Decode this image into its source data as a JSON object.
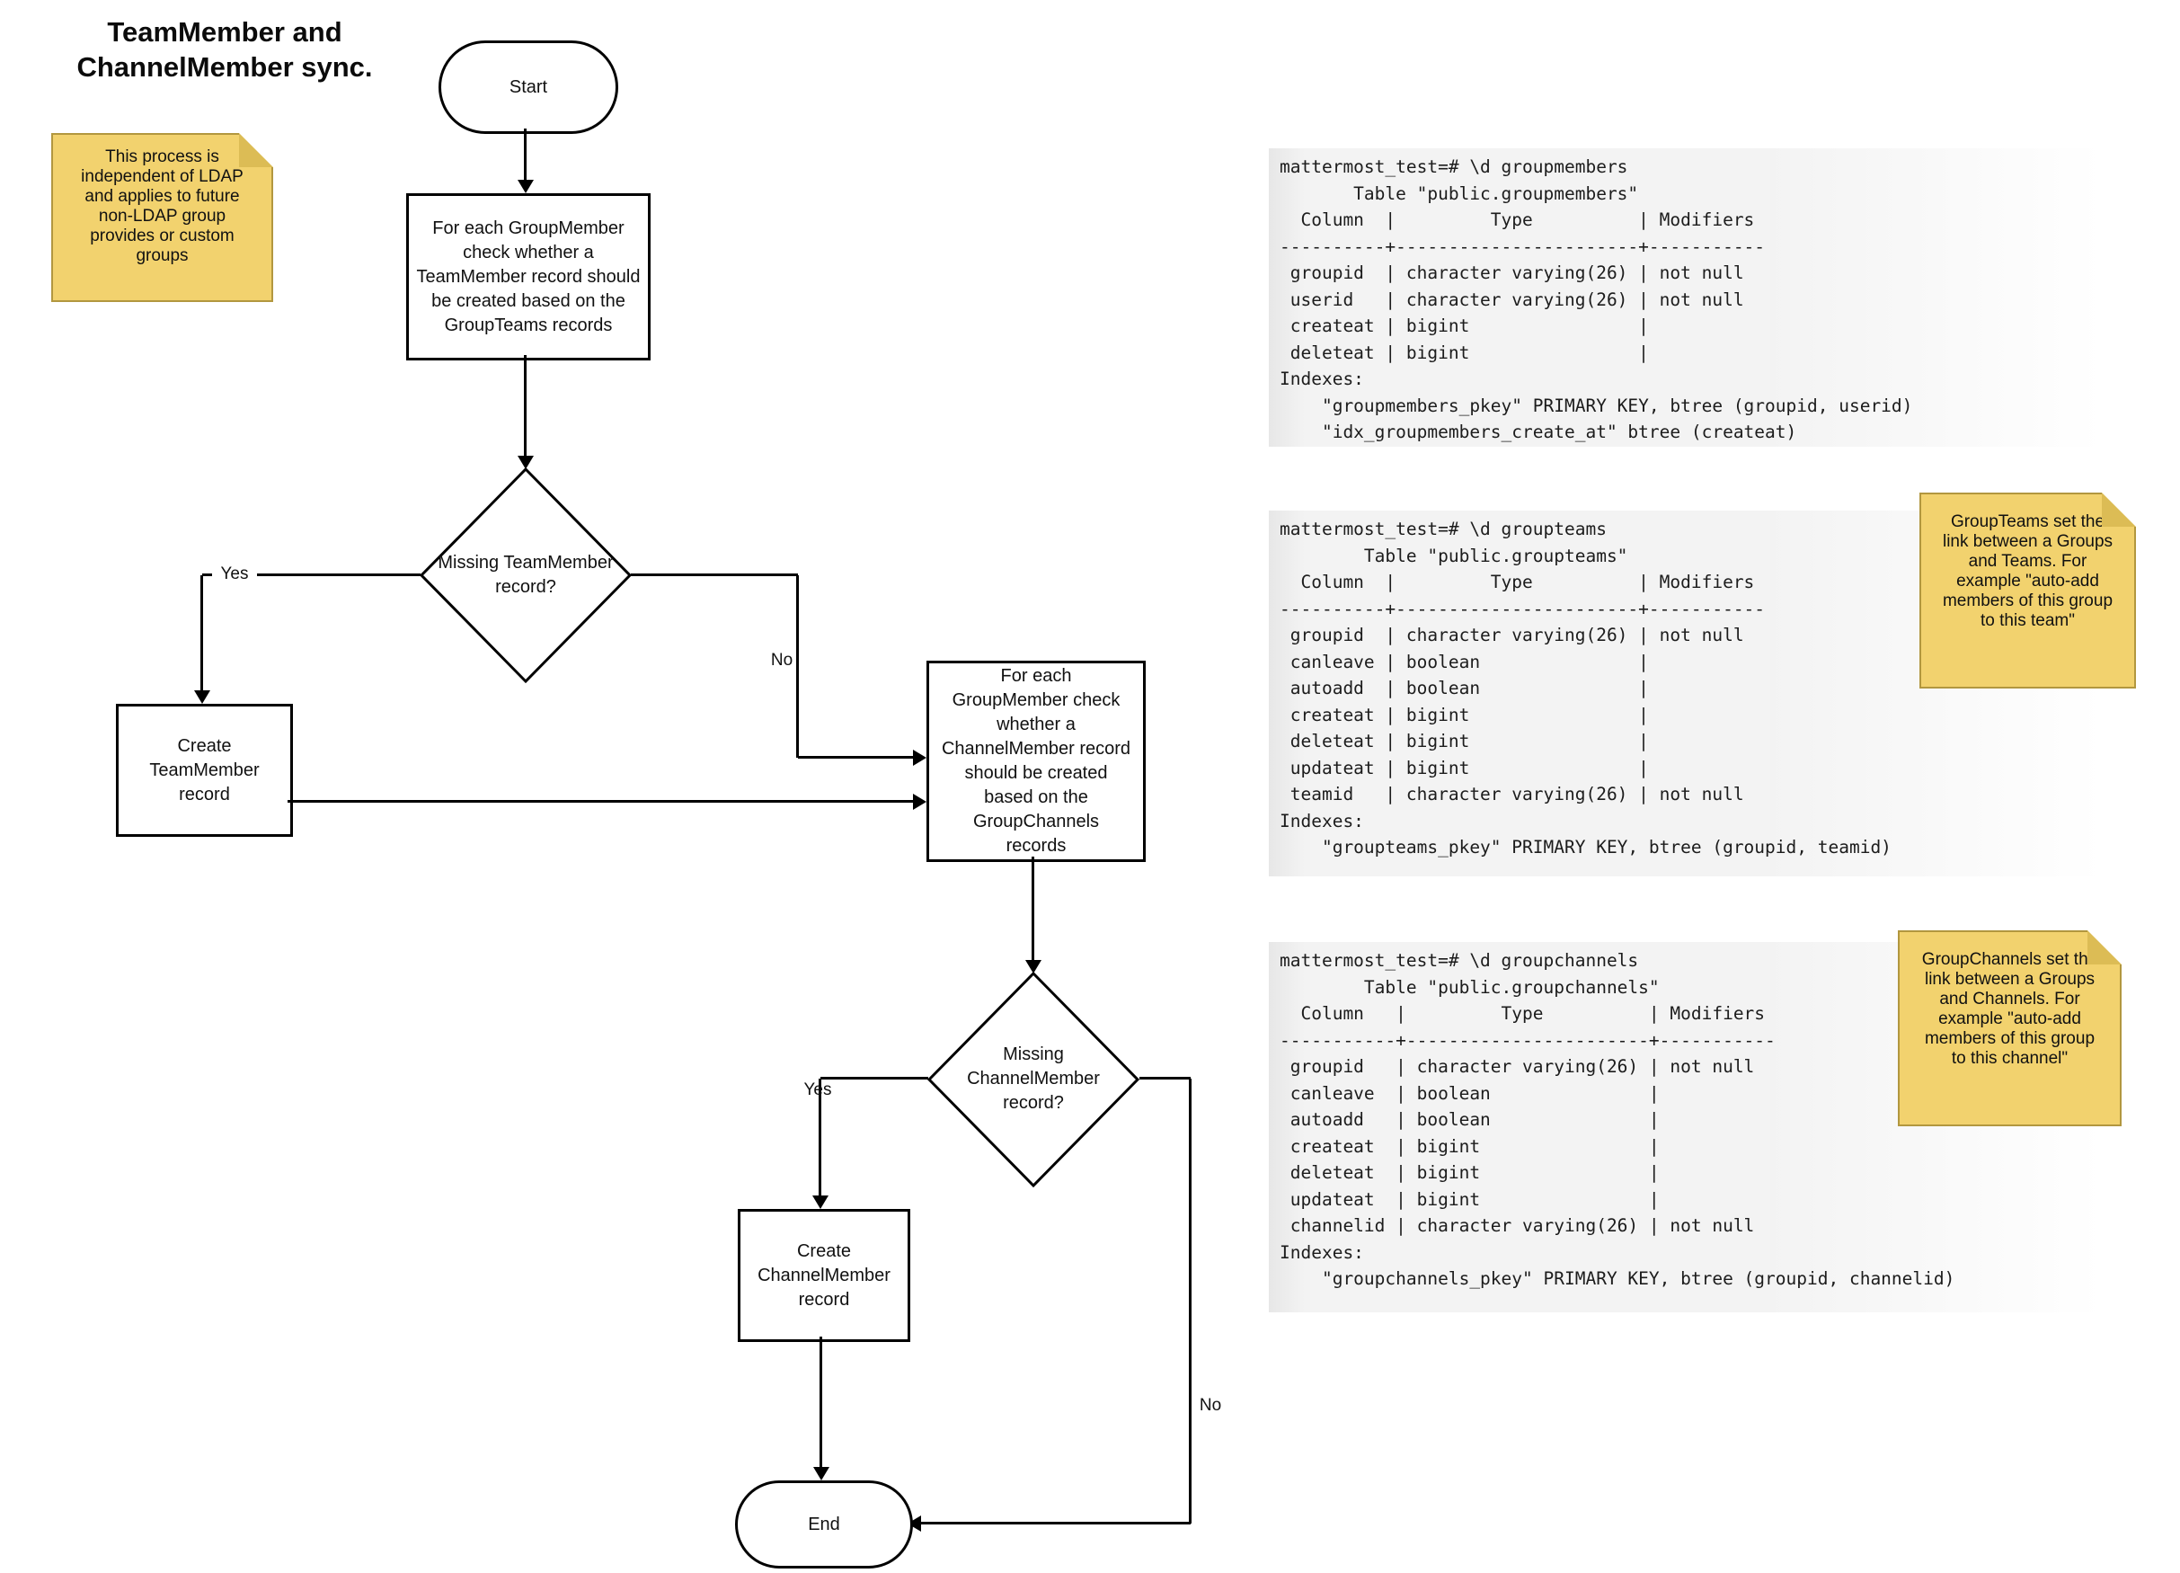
{
  "title": "TeamMember and\nChannelMember sync.",
  "flowchart": {
    "start_label": "Start",
    "end_label": "End",
    "process1": "For each GroupMember\ncheck whether a\nTeamMember record should\nbe created based on the\nGroupTeams records",
    "decision1": "Missing TeamMember\nrecord?",
    "create_team_member": "Create\nTeamMember\nrecord",
    "process2": "For each\nGroupMember check\nwhether a\nChannelMember record\nshould be created\nbased on the\nGroupChannels\nrecords",
    "decision2": "Missing\nChannelMember\nrecord?",
    "create_channel_member": "Create\nChannelMember\nrecord",
    "labels": {
      "yes1": "Yes",
      "no1": "No",
      "yes2": "Yes",
      "no2": "No"
    }
  },
  "notes": {
    "process_note": "This process is\nindependent of LDAP\nand applies to future\nnon-LDAP group\nprovides or custom\ngroups",
    "groupteams_note": "GroupTeams set the\nlink between a Groups\nand Teams. For\nexample \"auto-add\nmembers of this group\nto this team\"",
    "groupchannels_note": "GroupChannels set the\nlink between a Groups\nand Channels. For\nexample \"auto-add\nmembers of this group\nto this channel\""
  },
  "code_blocks": {
    "groupmembers": "mattermost_test=# \\d groupmembers\n       Table \"public.groupmembers\"\n  Column  |         Type          | Modifiers\n----------+-----------------------+-----------\n groupid  | character varying(26) | not null\n userid   | character varying(26) | not null\n createat | bigint                |\n deleteat | bigint                |\nIndexes:\n    \"groupmembers_pkey\" PRIMARY KEY, btree (groupid, userid)\n    \"idx_groupmembers_create_at\" btree (createat)",
    "groupteams": "mattermost_test=# \\d groupteams\n        Table \"public.groupteams\"\n  Column  |         Type          | Modifiers\n----------+-----------------------+-----------\n groupid  | character varying(26) | not null\n canleave | boolean               |\n autoadd  | boolean               |\n createat | bigint                |\n deleteat | bigint                |\n updateat | bigint                |\n teamid   | character varying(26) | not null\nIndexes:\n    \"groupteams_pkey\" PRIMARY KEY, btree (groupid, teamid)",
    "groupchannels": "mattermost_test=# \\d groupchannels\n        Table \"public.groupchannels\"\n  Column   |         Type          | Modifiers\n-----------+-----------------------+-----------\n groupid   | character varying(26) | not null\n canleave  | boolean               |\n autoadd   | boolean               |\n createat  | bigint                |\n deleteat  | bigint                |\n updateat  | bigint                |\n channelid | character varying(26) | not null\nIndexes:\n    \"groupchannels_pkey\" PRIMARY KEY, btree (groupid, channelid)"
  },
  "colors": {
    "note_fill": "#f2d26e",
    "note_border": "#b2973f",
    "note_fold": "#dcbc55",
    "code_background": "#f3f3f3",
    "shape_border": "#000000",
    "text": "#111111"
  }
}
